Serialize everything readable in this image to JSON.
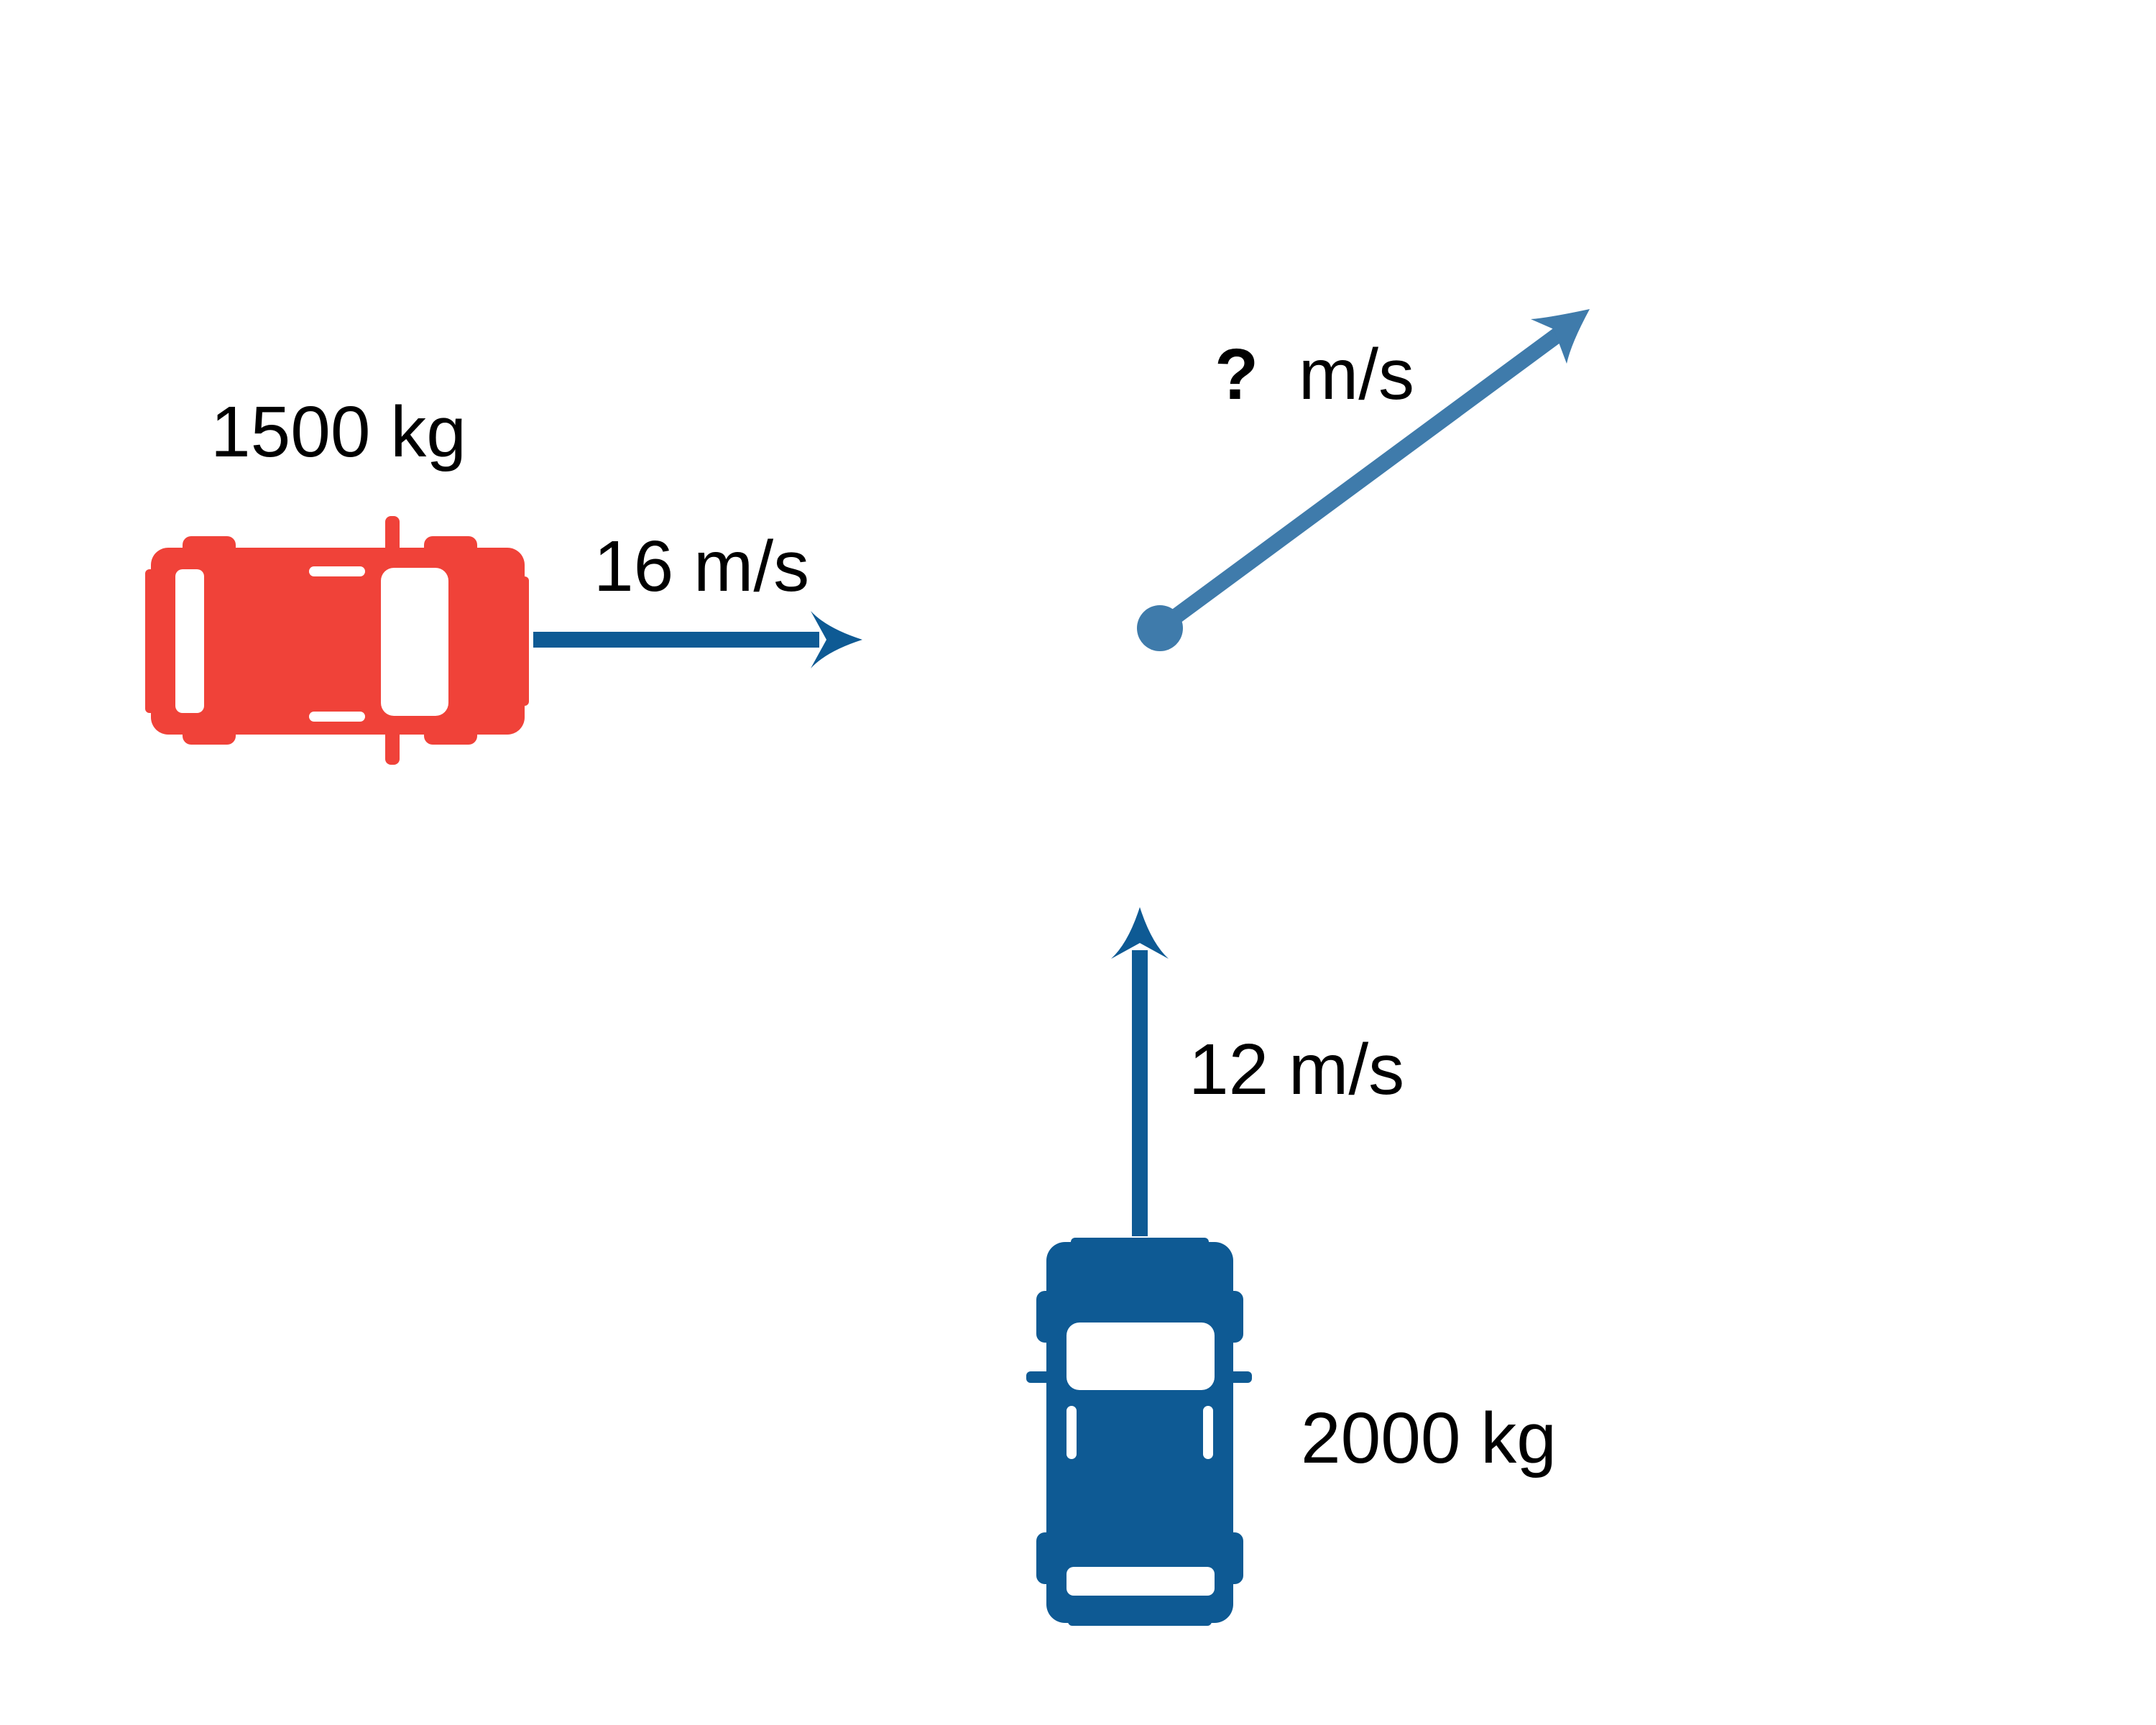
{
  "colors": {
    "red_car": "#f04239",
    "blue_truck": "#0e5a94",
    "arrow_dark": "#0e5a94",
    "arrow_light": "#3f7bab",
    "window": "#ffffff",
    "text": "#000000"
  },
  "red_car": {
    "mass_label": "1500 kg",
    "velocity_label": "16 m/s"
  },
  "blue_truck": {
    "mass_label": "2000 kg",
    "velocity_label": "12 m/s"
  },
  "result": {
    "unknown_mark": "?",
    "unit_label": "m/s"
  }
}
